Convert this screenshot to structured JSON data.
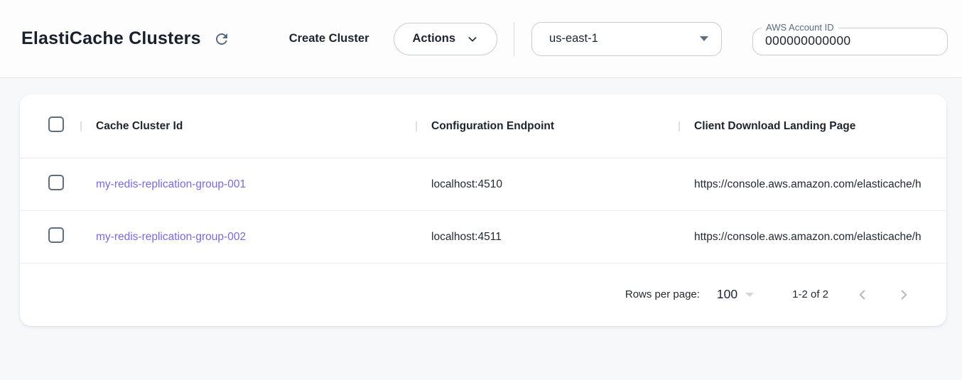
{
  "header": {
    "title": "ElastiCache Clusters",
    "create_button_label": "Create Cluster",
    "actions_button_label": "Actions",
    "region_select": {
      "value": "us-east-1"
    },
    "account_field": {
      "label": "AWS Account ID",
      "value": "000000000000"
    }
  },
  "table": {
    "columns": {
      "col1": "Cache Cluster Id",
      "col2": "Configuration Endpoint",
      "col3": "Client Download Landing Page"
    },
    "rows": [
      {
        "id": "my-redis-replication-group-001",
        "endpoint": "localhost:4510",
        "landing": "https://console.aws.amazon.com/elasticache/h"
      },
      {
        "id": "my-redis-replication-group-002",
        "endpoint": "localhost:4511",
        "landing": "https://console.aws.amazon.com/elasticache/h"
      }
    ],
    "pagination": {
      "rows_per_page_label": "Rows per page:",
      "rows_per_page_value": "100",
      "range": "1-2 of 2"
    }
  },
  "icons": {
    "refresh": "refresh-icon",
    "actions_chevron": "chevron-down-icon",
    "region_caret": "caret-down-icon",
    "rows_caret": "caret-down-icon",
    "prev": "chevron-left-icon",
    "next": "chevron-right-icon"
  },
  "colors": {
    "link_purple": "#7b68dd",
    "slate_icon": "#5a6b7c",
    "border_gray": "#c6ccd4",
    "divider": "#e8eaed",
    "text_dark": "#1d2530",
    "page_bg": "#f7f8fa",
    "disabled_icon": "#b7bcc2"
  }
}
